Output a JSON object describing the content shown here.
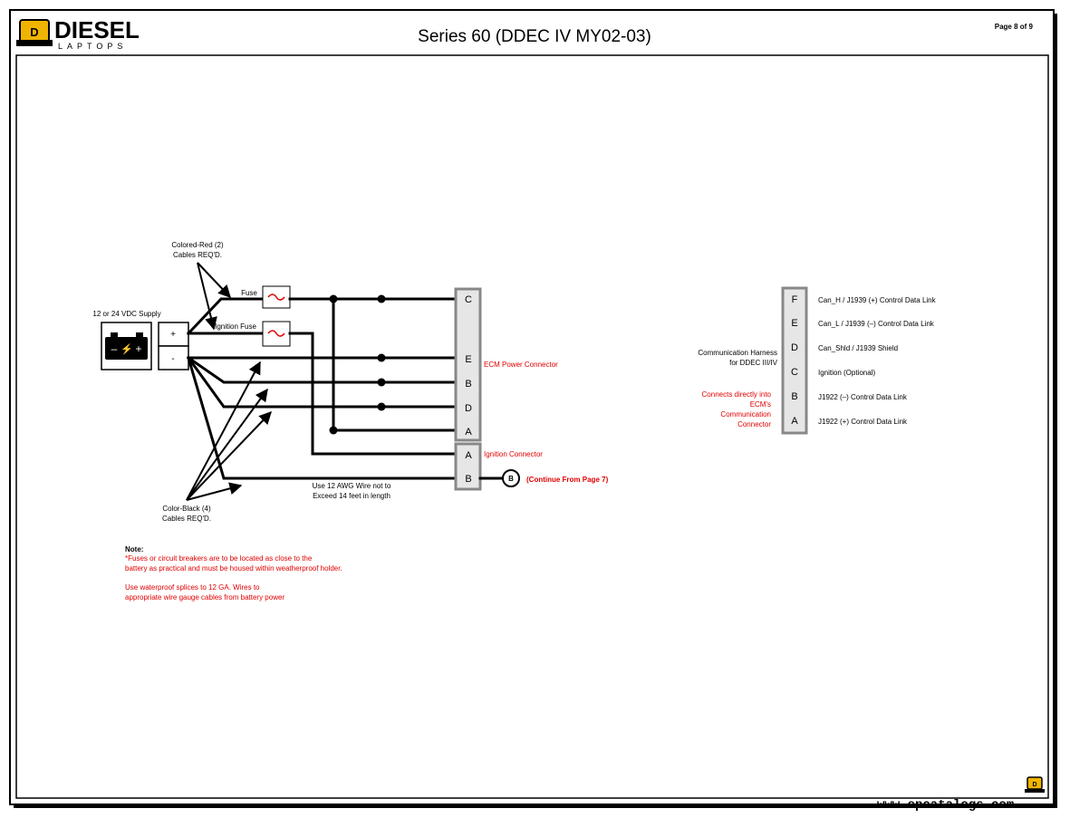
{
  "header": {
    "logo_main": "DIESEL",
    "logo_sub": "LAPTOPS",
    "title": "Series 60 (DDEC IV MY02-03)",
    "page": "Page 8 of 9"
  },
  "supply": {
    "label": "12 or 24 VDC Supply",
    "plus": "+",
    "minus": "-"
  },
  "labels": {
    "red_cables": [
      "Colored-Red (2)",
      "Cables REQ'D."
    ],
    "black_cables": [
      "Color-Black (4)",
      "Cables REQ'D."
    ],
    "fuse": "Fuse",
    "ignition_fuse": "Ignition Fuse",
    "wire_note": [
      "Use 12 AWG Wire not to",
      "Exceed 14 feet in length"
    ],
    "ecm_power_connector": "ECM Power Connector",
    "ignition_connector": "Ignition Connector",
    "continue_ref": "B",
    "continue_text": "(Continue From Page 7)"
  },
  "ecm_pins": [
    "C",
    "E",
    "B",
    "D",
    "A"
  ],
  "ignition_pins": [
    "A",
    "B"
  ],
  "comm": {
    "harness_label": [
      "Communication Harness",
      "for DDEC III/IV"
    ],
    "connect_label": [
      "Connects directly into",
      "ECM's",
      "Communication",
      "Connector"
    ],
    "pins": [
      {
        "pin": "F",
        "desc": "Can_H / J1939 (+) Control Data Link"
      },
      {
        "pin": "E",
        "desc": "Can_L / J1939 (–) Control Data Link"
      },
      {
        "pin": "D",
        "desc": "Can_Shld / J1939 Shield"
      },
      {
        "pin": "C",
        "desc": "Ignition (Optional)"
      },
      {
        "pin": "B",
        "desc": "J1922 (–) Control Data Link"
      },
      {
        "pin": "A",
        "desc": "J1922 (+) Control Data Link"
      }
    ]
  },
  "note": {
    "heading": "Note:",
    "line1": "*Fuses or circuit breakers are to be located as close to the",
    "line2": "battery as practical and must be housed within weatherproof holder.",
    "line3": "Use waterproof splices to 12 GA. Wires to",
    "line4": "appropriate wire gauge cables from battery power"
  },
  "footer": {
    "watermark": "www.epcatalogs.com"
  },
  "colors": {
    "accent_red": "#e00000",
    "logo_yellow": "#f0b400",
    "connector_fill": "#e6e6e6"
  }
}
